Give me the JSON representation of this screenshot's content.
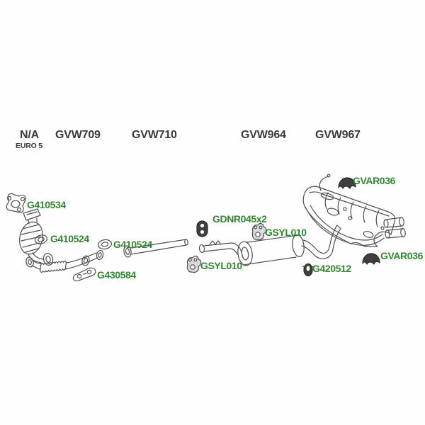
{
  "header": {
    "na": {
      "label": "N/A",
      "sublabel": "EURO 5"
    },
    "variants": [
      {
        "label": "GVW709"
      },
      {
        "label": "GVW710"
      },
      {
        "label": "GVW964"
      },
      {
        "label": "GVW967"
      }
    ]
  },
  "parts": {
    "g410534": {
      "label": "G410534",
      "icon": "flange-gasket-icon"
    },
    "g410524_front": {
      "label": "G410524",
      "icon": "oval-gasket-icon"
    },
    "g410524_mid": {
      "label": "G410524",
      "icon": "ring-gasket-icon"
    },
    "g430584": {
      "label": "G430584",
      "icon": "mounting-bracket-icon"
    },
    "gdnr045x2": {
      "label": "GDNR045x2",
      "icon": "rubber-hanger-icon"
    },
    "gsyl010_upper": {
      "label": "GSYL010",
      "icon": "rubber-mount-icon"
    },
    "gsyl010_lower": {
      "label": "GSYL010",
      "icon": "rubber-mount-icon"
    },
    "g420512": {
      "label": "G420512",
      "icon": "rubber-grommet-icon"
    },
    "gvar036_upper": {
      "label": "GVAR036",
      "icon": "hanger-bracket-icon"
    },
    "gvar036_lower": {
      "label": "GVAR036",
      "icon": "hanger-bracket-icon"
    }
  },
  "colors": {
    "part_label_green": "#2e8b2e",
    "heading_text": "#3a3a3a",
    "line_art": "#4f4f4f",
    "background": "#fdfefd"
  }
}
